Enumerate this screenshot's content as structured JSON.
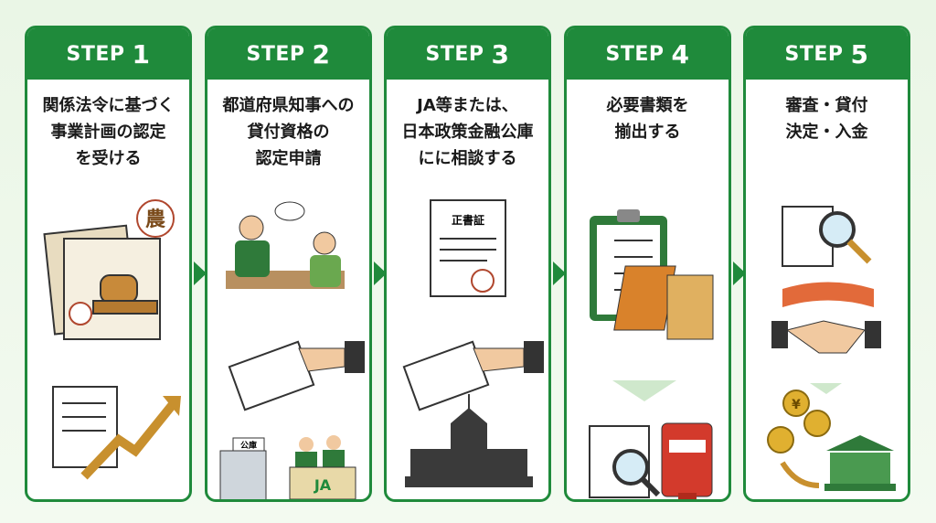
{
  "steps": [
    {
      "label": "STEP",
      "number": "1",
      "title": [
        "関係法令に基づく",
        "事業計画の認定",
        "を受ける"
      ],
      "stamp_text": "農"
    },
    {
      "label": "STEP",
      "number": "2",
      "title": [
        "都道府県知事への",
        "貸付資格の",
        "認定申請"
      ],
      "sign_text": "公庫",
      "logo_text": "JA"
    },
    {
      "label": "STEP",
      "number": "3",
      "title": [
        "JA等または、",
        "日本政策金融公庫",
        "にに相談する"
      ],
      "doc_text": "正書証"
    },
    {
      "label": "STEP",
      "number": "4",
      "title": [
        "必要書類を",
        "揃出する"
      ]
    },
    {
      "label": "STEP",
      "number": "5",
      "title": [
        "審査・貸付",
        "決定・入金"
      ],
      "coin_text": "¥"
    }
  ],
  "colors": {
    "primary": "#1f8a3b",
    "background": "#eaf6e6"
  }
}
